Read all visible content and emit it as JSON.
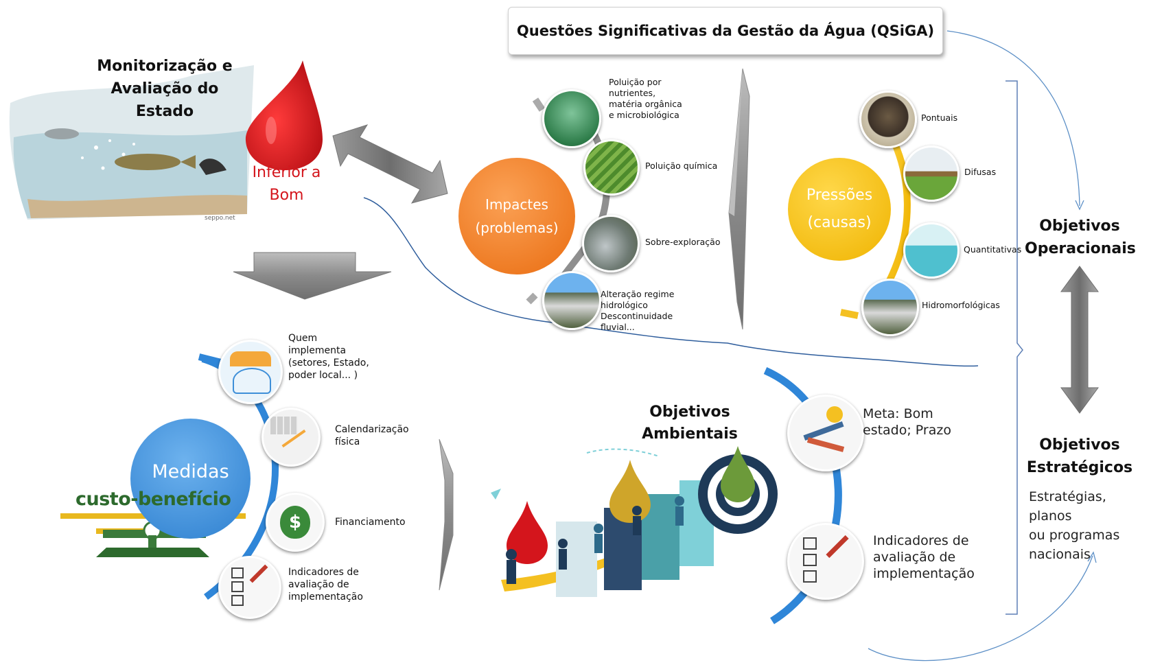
{
  "header": {
    "title": "Questões Significativas da Gestão da Água (QSiGA)"
  },
  "monitoring": {
    "title_line1": "Monitorização e",
    "title_line2": "Avaliação do",
    "title_line3": "Estado",
    "status_line1": "Inferior a",
    "status_line2": "Bom",
    "credit": "seppo.net"
  },
  "impacts": {
    "label_line1": "Impactes",
    "label_line2": "(problemas)",
    "items": [
      {
        "lines": [
          "Poluição por",
          "nutrientes,",
          "matéria orgânica",
          "e microbiológica"
        ]
      },
      {
        "lines": [
          "Poluição química"
        ]
      },
      {
        "lines": [
          "Sobre-exploração"
        ]
      },
      {
        "lines": [
          "Alteração regime",
          "hidrológico",
          "Descontinuidade",
          "fluvial..."
        ]
      }
    ]
  },
  "pressures": {
    "label_line1": "Pressões",
    "label_line2": "(causas)",
    "items": [
      {
        "label": "Pontuais"
      },
      {
        "label": "Difusas"
      },
      {
        "label": "Quantitativas"
      },
      {
        "label": "Hidromorfológicas"
      }
    ]
  },
  "objectives": {
    "operational_line1": "Objetivos",
    "operational_line2": "Operacionais",
    "strategic_line1": "Objetivos",
    "strategic_line2": "Estratégicos",
    "strategic_desc": [
      "Estratégias, planos",
      "ou programas",
      "nacionais"
    ]
  },
  "measures": {
    "label": "Medidas",
    "cost_benefit": "custo-benefício",
    "items": [
      {
        "lines": [
          "Quem",
          "implementa",
          "(setores, Estado,",
          "poder local... )"
        ]
      },
      {
        "lines": [
          "Calendarização",
          "física"
        ]
      },
      {
        "lines": [
          "Financiamento"
        ]
      },
      {
        "lines": [
          "Indicadores de",
          "avaliação de",
          "implementação"
        ]
      }
    ]
  },
  "environmental": {
    "title_line1": "Objetivos",
    "title_line2": "Ambientais",
    "items": [
      {
        "lines": [
          "Meta: Bom",
          "estado; Prazo"
        ]
      },
      {
        "lines": [
          "Indicadores de",
          "avaliação de",
          "implementação"
        ]
      }
    ]
  },
  "colors": {
    "impacts": "#f07a1c",
    "pressures": "#f5bf0c",
    "measures": "#3e8fd8",
    "blood": "#d4151c",
    "arc_blue": "#2f86d8",
    "arc_gold": "#f4c021",
    "arrow_gray": "#8e8e8e"
  }
}
